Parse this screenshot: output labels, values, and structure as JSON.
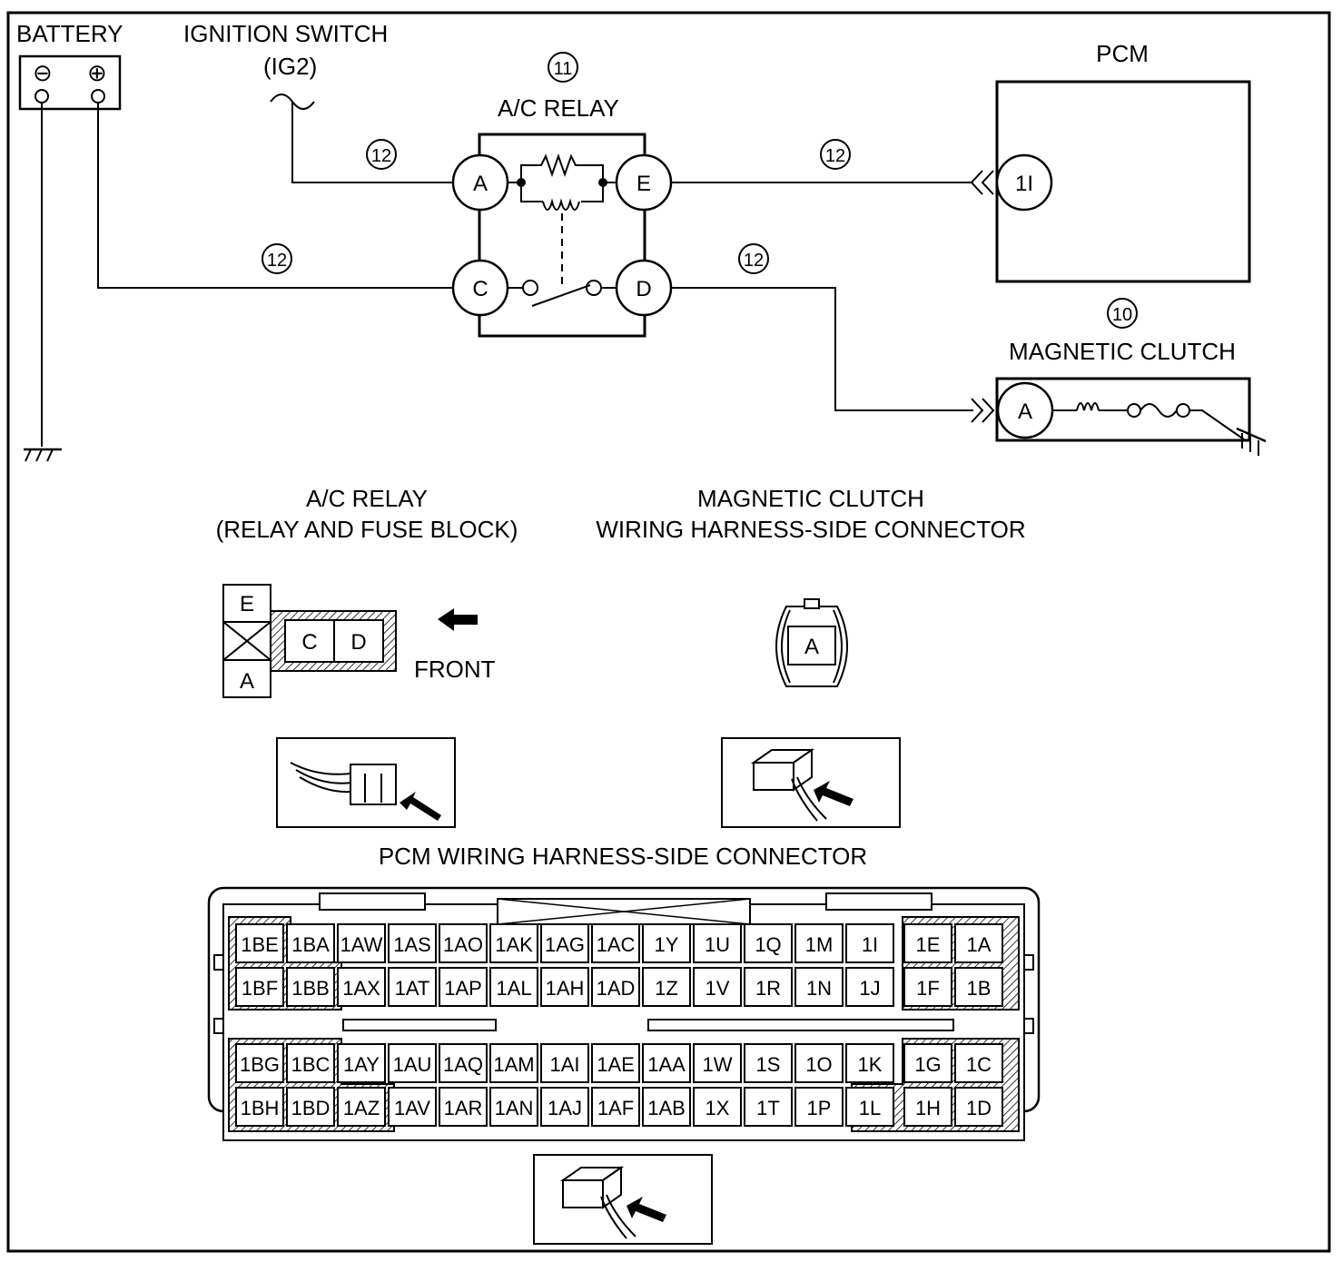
{
  "labels": {
    "battery": "BATTERY",
    "minus": "⊖",
    "plus": "⊕",
    "ignition_switch": "IGNITION SWITCH",
    "ig2": "(IG2)",
    "ac_relay": "A/C RELAY",
    "pcm": "PCM",
    "magnetic_clutch": "MAGNETIC CLUTCH",
    "ac_relay_block_line1": "A/C RELAY",
    "ac_relay_block_line2": "(RELAY AND FUSE BLOCK)",
    "mc_connector_line1": "MAGNETIC CLUTCH",
    "mc_connector_line2": "WIRING HARNESS-SIDE CONNECTOR",
    "front": "FRONT",
    "pcm_connector": "PCM WIRING HARNESS-SIDE CONNECTOR"
  },
  "callouts": {
    "c10": "10",
    "c11": "11",
    "c12": "12"
  },
  "terminals": {
    "relay_a": "A",
    "relay_e": "E",
    "relay_c": "C",
    "relay_d": "D",
    "pcm_1i": "1I",
    "clutch_a": "A"
  },
  "relay_connector": {
    "e": "E",
    "c": "C",
    "d": "D",
    "a": "A"
  },
  "clutch_connector": {
    "a": "A"
  },
  "pcm_pins": {
    "row1": [
      "1BE",
      "1BA",
      "1AW",
      "1AS",
      "1AO",
      "1AK",
      "1AG",
      "1AC",
      "1Y",
      "1U",
      "1Q",
      "1M",
      "1I",
      "1E",
      "1A"
    ],
    "row2": [
      "1BF",
      "1BB",
      "1AX",
      "1AT",
      "1AP",
      "1AL",
      "1AH",
      "1AD",
      "1Z",
      "1V",
      "1R",
      "1N",
      "1J",
      "1F",
      "1B"
    ],
    "row3": [
      "1BG",
      "1BC",
      "1AY",
      "1AU",
      "1AQ",
      "1AM",
      "1AI",
      "1AE",
      "1AA",
      "1W",
      "1S",
      "1O",
      "1K",
      "1G",
      "1C"
    ],
    "row4": [
      "1BH",
      "1BD",
      "1AZ",
      "1AV",
      "1AR",
      "1AN",
      "1AJ",
      "1AF",
      "1AB",
      "1X",
      "1T",
      "1P",
      "1L",
      "1H",
      "1D"
    ]
  }
}
